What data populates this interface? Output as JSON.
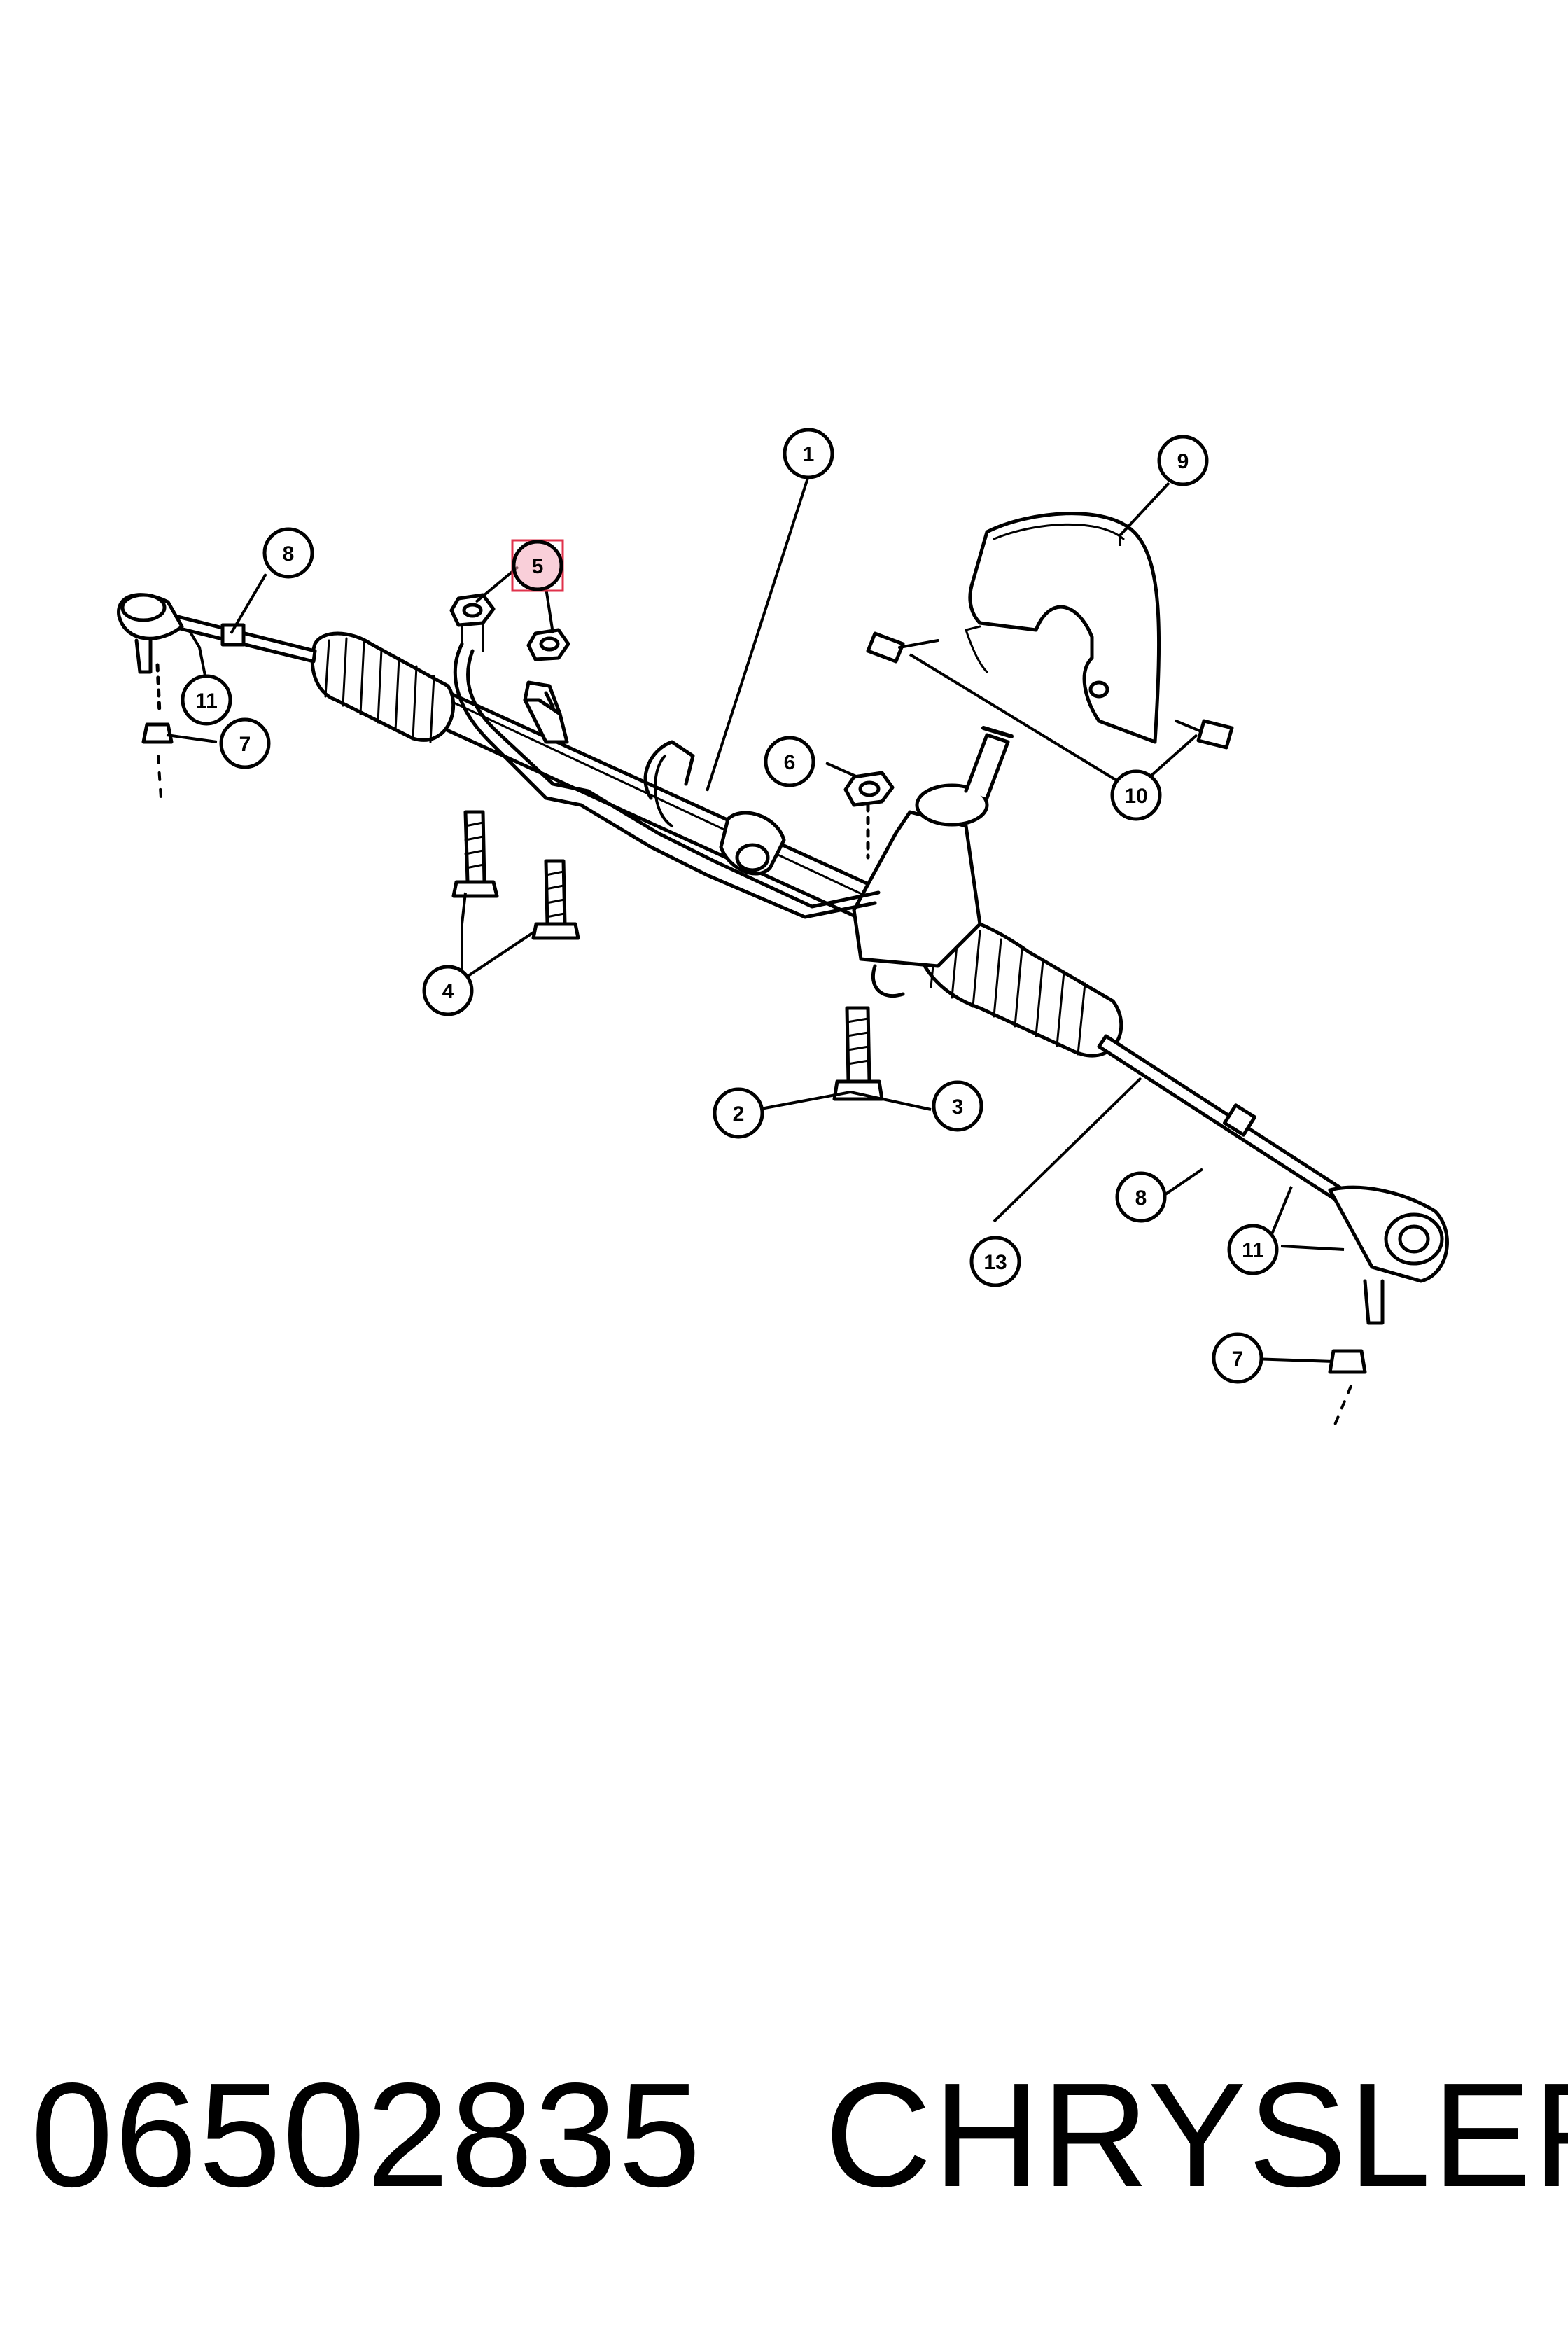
{
  "footer": {
    "part_number": "06502835",
    "brand": "CHRYSLER"
  },
  "highlight_color": "#f4a7b9",
  "highlight_border": "#e0324b",
  "highlighted_callout": "5",
  "callouts": {
    "c1": "1",
    "c2": "2",
    "c3": "3",
    "c4": "4",
    "c5": "5",
    "c6": "6",
    "c7a": "7",
    "c7b": "7",
    "c8a": "8",
    "c8b": "8",
    "c9": "9",
    "c10": "10",
    "c11a": "11",
    "c11b": "11",
    "c13": "13"
  }
}
